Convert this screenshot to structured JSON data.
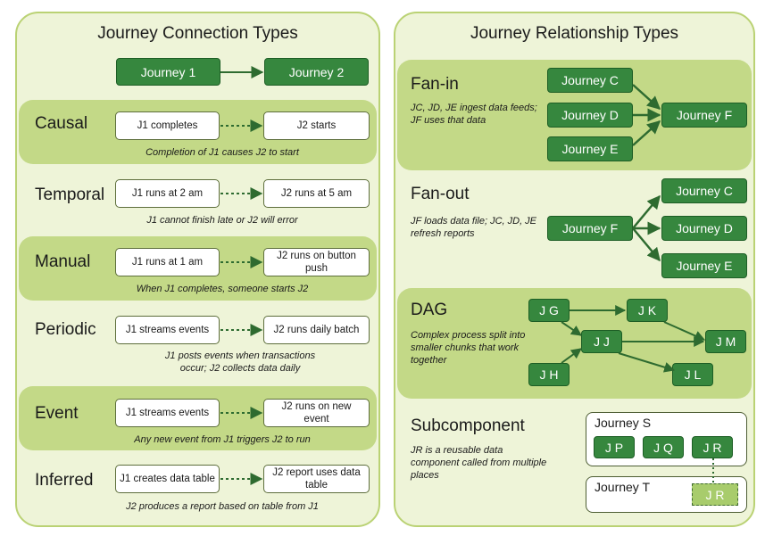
{
  "connection_types": {
    "title": "Journey Connection Types",
    "header": {
      "from": "Journey 1",
      "to": "Journey 2"
    },
    "rows": [
      {
        "label": "Causal",
        "from": "J1 completes",
        "to": "J2 starts",
        "note": "Completion of J1 causes J2 to start"
      },
      {
        "label": "Temporal",
        "from": "J1 runs at 2 am",
        "to": "J2 runs at 5 am",
        "note": "J1 cannot finish late or J2 will error"
      },
      {
        "label": "Manual",
        "from": "J1 runs at 1 am",
        "to": "J2 runs on button push",
        "note": "When J1 completes, someone starts J2"
      },
      {
        "label": "Periodic",
        "from": "J1 streams events",
        "to": "J2 runs daily batch",
        "note": "J1 posts events when transactions occur; J2 collects data daily"
      },
      {
        "label": "Event",
        "from": "J1 streams events",
        "to": "J2 runs on new event",
        "note": "Any new event from J1 triggers J2 to run"
      },
      {
        "label": "Inferred",
        "from": "J1 creates data table",
        "to": "J2 report uses data table",
        "note": "J2 produces a report based on table from J1"
      }
    ]
  },
  "relationship_types": {
    "title": "Journey Relationship Types",
    "fan_in": {
      "label": "Fan-in",
      "desc": "JC, JD, JE ingest data feeds; JF uses that data",
      "sources": [
        "Journey C",
        "Journey D",
        "Journey E"
      ],
      "target": "Journey F"
    },
    "fan_out": {
      "label": "Fan-out",
      "desc": "JF loads data file; JC, JD, JE refresh reports",
      "source": "Journey F",
      "targets": [
        "Journey C",
        "Journey D",
        "Journey E"
      ]
    },
    "dag": {
      "label": "DAG",
      "desc": "Complex process split into smaller chunks that work together",
      "nodes": {
        "g": "J G",
        "h": "J H",
        "j": "J J",
        "k": "J K",
        "l": "J L",
        "m": "J M"
      }
    },
    "subcomponent": {
      "label": "Subcomponent",
      "desc": "JR is a reusable data component called from multiple places",
      "container_s": "Journey S",
      "s_items": [
        "J P",
        "J Q",
        "J R"
      ],
      "container_t": "Journey T",
      "t_item": "J R"
    }
  },
  "colors": {
    "panel_bg": "#eef4d8",
    "band": "#c3d987",
    "node_green": "#36873e",
    "arrow_green": "#2e6b30",
    "ghost_green": "#a8cc6c"
  }
}
